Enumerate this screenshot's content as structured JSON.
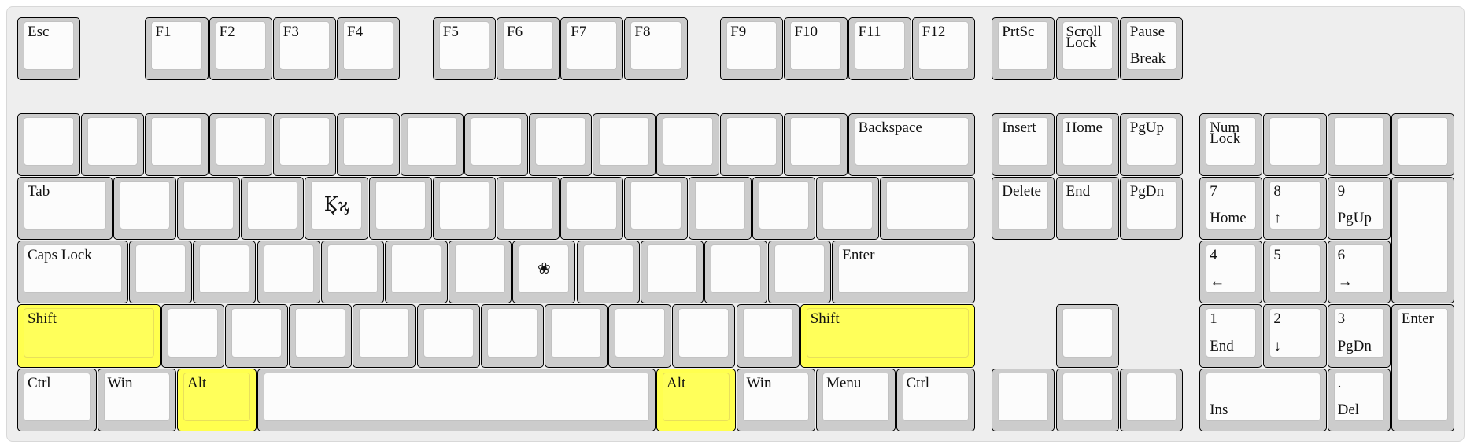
{
  "keyboard": {
    "name": "",
    "colors": {
      "keycap": "#cccccc",
      "keycap_top": "#fcfcfc",
      "highlight": "#ffff4f",
      "background": "#eeeeee"
    },
    "highlighted_keys": [
      "Left Shift",
      "Right Shift",
      "Left Alt",
      "Right Alt"
    ],
    "keys": {
      "esc": {
        "top": "Esc"
      },
      "f1": {
        "top": "F1"
      },
      "f2": {
        "top": "F2"
      },
      "f3": {
        "top": "F3"
      },
      "f4": {
        "top": "F4"
      },
      "f5": {
        "top": "F5"
      },
      "f6": {
        "top": "F6"
      },
      "f7": {
        "top": "F7"
      },
      "f8": {
        "top": "F8"
      },
      "f9": {
        "top": "F9"
      },
      "f10": {
        "top": "F10"
      },
      "f11": {
        "top": "F11"
      },
      "f12": {
        "top": "F12"
      },
      "prtsc": {
        "top": "PrtSc"
      },
      "scroll_lock": {
        "top": "Scroll",
        "top2": "Lock"
      },
      "pause": {
        "top": "Pause",
        "bottom": "Break"
      },
      "backspace": {
        "top": "Backspace"
      },
      "tab": {
        "top": "Tab"
      },
      "kappa": {
        "center": "Ϗϗ"
      },
      "caps_lock": {
        "top": "Caps Lock"
      },
      "honeycomb": {
        "center": "❀"
      },
      "enter": {
        "top": "Enter"
      },
      "shift_left": {
        "top": "Shift"
      },
      "shift_right": {
        "top": "Shift"
      },
      "ctrl_left": {
        "top": "Ctrl"
      },
      "win_left": {
        "top": "Win"
      },
      "alt_left": {
        "top": "Alt"
      },
      "alt_right": {
        "top": "Alt"
      },
      "win_right": {
        "top": "Win"
      },
      "menu": {
        "top": "Menu"
      },
      "ctrl_right": {
        "top": "Ctrl"
      },
      "insert": {
        "top": "Insert"
      },
      "home": {
        "top": "Home"
      },
      "pgup": {
        "top": "PgUp"
      },
      "delete": {
        "top": "Delete"
      },
      "end": {
        "top": "End"
      },
      "pgdn": {
        "top": "PgDn"
      },
      "num_lock": {
        "top": "Num",
        "top2": "Lock"
      },
      "num7": {
        "top": "7",
        "bottom": "Home"
      },
      "num8": {
        "top": "8",
        "bottom": "↑"
      },
      "num9": {
        "top": "9",
        "bottom": "PgUp"
      },
      "num4": {
        "top": "4",
        "bottom": "←"
      },
      "num5": {
        "top": "5"
      },
      "num6": {
        "top": "6",
        "bottom": "→"
      },
      "num1": {
        "top": "1",
        "bottom": "End"
      },
      "num2": {
        "top": "2",
        "bottom": "↓"
      },
      "num3": {
        "top": "3",
        "bottom": "PgDn"
      },
      "num_enter": {
        "top": "Enter"
      },
      "num0": {
        "bottom": "Ins"
      },
      "num_dot": {
        "top": ".",
        "bottom": "Del"
      }
    }
  }
}
